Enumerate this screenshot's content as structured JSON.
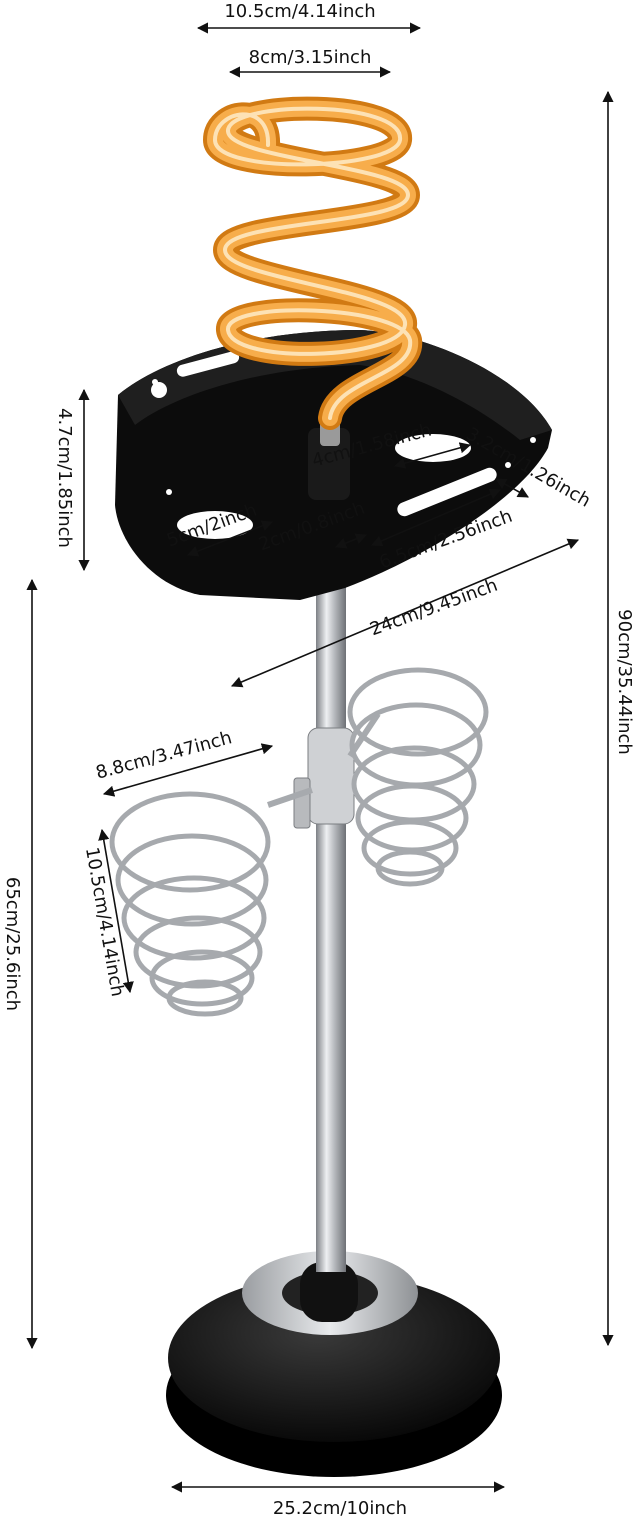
{
  "colors": {
    "spiral": "#f3a23a",
    "spiral_dark": "#d9801a",
    "tray": "#111111",
    "chrome": "#c7c9cc",
    "chrome_dark": "#8d9094",
    "base": "#0d0d0d",
    "base_ring": "#b5b7ba",
    "arrow": "#111111"
  },
  "dimensions": {
    "top_outer_width": "10.5cm/4.14inch",
    "top_inner_width": "8cm/3.15inch",
    "tray_height": "4.7cm/1.85inch",
    "total_height": "90cm/35.44inch",
    "hole_4cm": "4cm/1.58inch",
    "slot_3_2cm": "3.2cm/1.26inch",
    "hole_5cm": "5cm/2inch",
    "gap_2cm": "2cm/0.8inch",
    "slot_6_5cm": "6.5cm/2.56inch",
    "tray_length": "24cm/9.45inch",
    "holder_width": "8.8cm/3.47inch",
    "holder_height": "10.5cm/4.14inch",
    "lower_height": "65cm/25.6inch",
    "base_diameter": "25.2cm/10inch"
  }
}
